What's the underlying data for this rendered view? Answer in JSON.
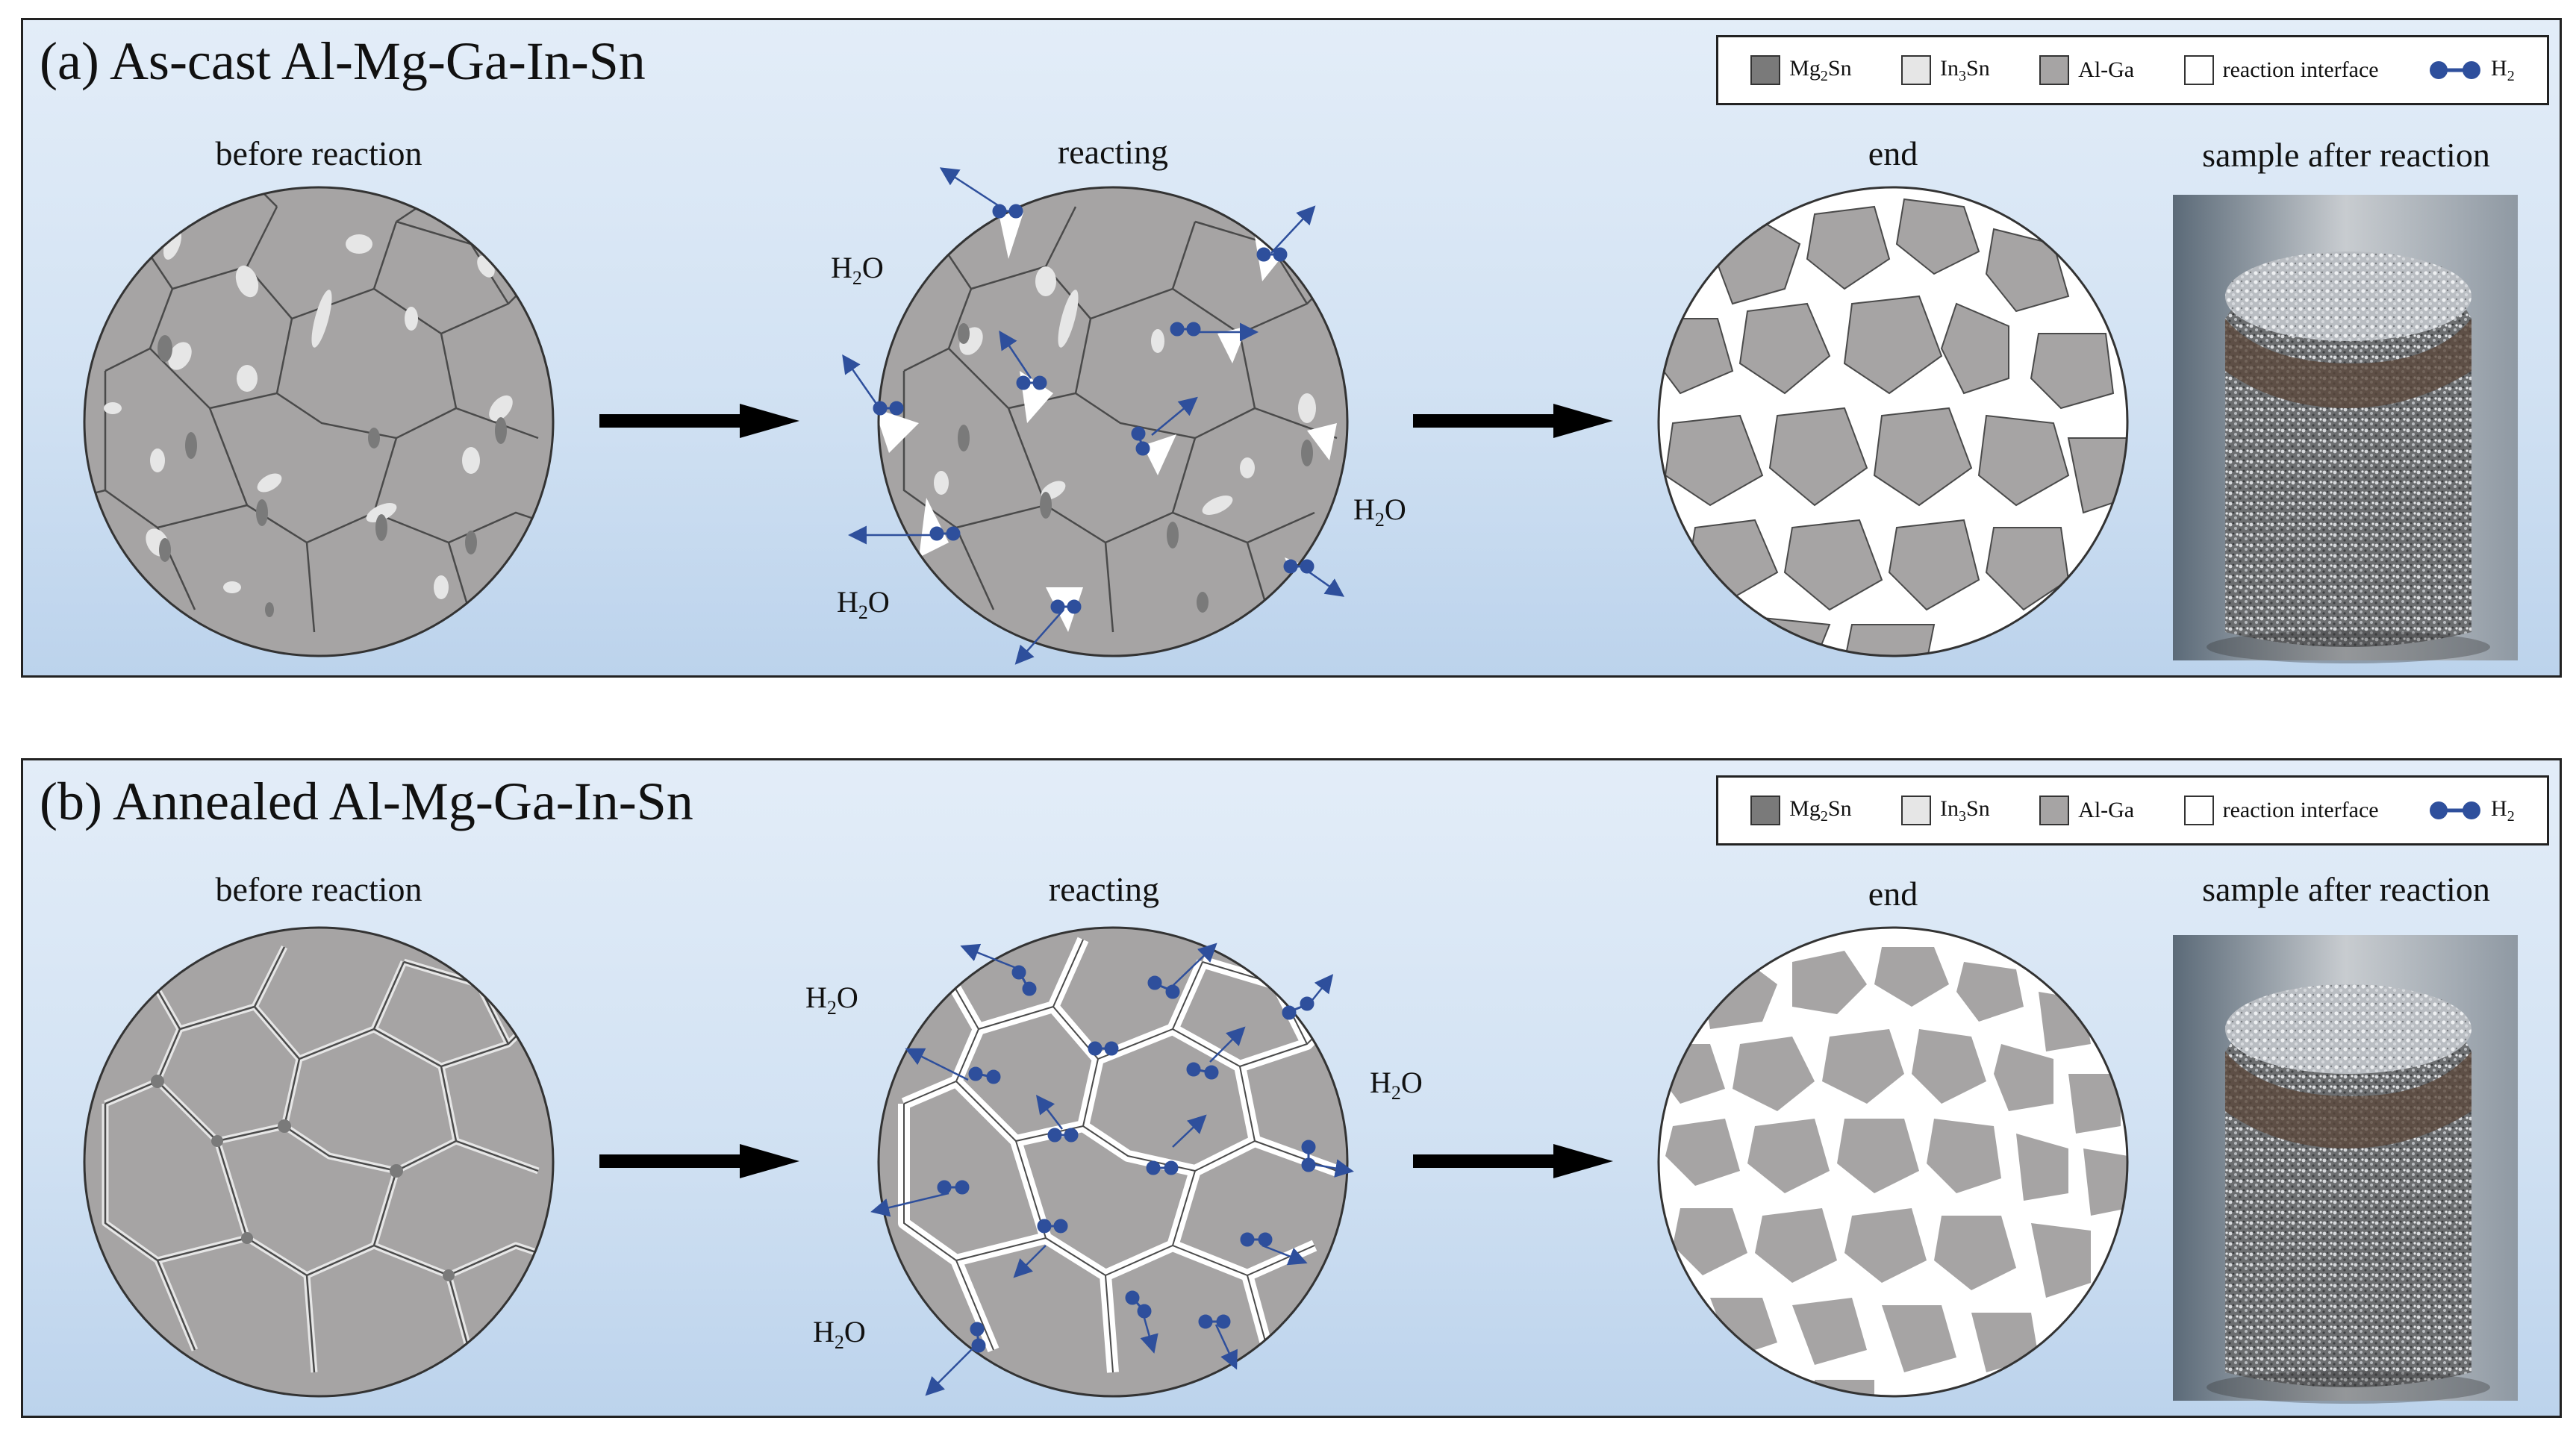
{
  "panels": [
    {
      "id": "a",
      "title": "(a) As-cast  Al-Mg-Ga-In-Sn",
      "stages": [
        "before reaction",
        "reacting",
        "end",
        "sample after reaction"
      ],
      "water_labels": [
        "H",
        "2",
        "O"
      ]
    },
    {
      "id": "b",
      "title": "(b) Annealed  Al-Mg-Ga-In-Sn",
      "stages": [
        "before reaction",
        "reacting",
        "end",
        "sample after reaction"
      ],
      "water_labels": [
        "H",
        "2",
        "O"
      ]
    }
  ],
  "legend": [
    {
      "main": "Mg",
      "sub": "2",
      "tail": "Sn",
      "color": "#7a7a7a",
      "icon": "dark-gray-square"
    },
    {
      "main": "In",
      "sub": "3",
      "tail": "Sn",
      "color": "#e6e6e6",
      "icon": "light-gray-square"
    },
    {
      "main": "Al-Ga",
      "sub": "",
      "tail": "",
      "color": "#a6a4a4",
      "icon": "gray-square"
    },
    {
      "main": "reaction interface",
      "sub": "",
      "tail": "",
      "color": "#ffffff",
      "icon": "white-square"
    },
    {
      "main": "H",
      "sub": "2",
      "tail": "",
      "color": "#2e4f9c",
      "icon": "hydrogen-molecule-icon"
    }
  ],
  "colors": {
    "grain": "#a6a4a4",
    "boundary": "#4a4a4a",
    "mg2sn": "#7a7a7a",
    "in3sn": "#e6e6e6",
    "interface": "#ffffff",
    "h2": "#2e4f9c"
  }
}
